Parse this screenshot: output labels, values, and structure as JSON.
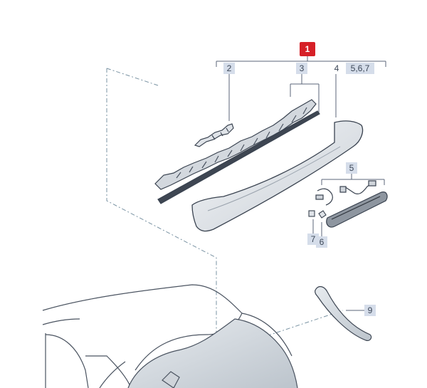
{
  "callouts": {
    "main": "1",
    "n2": "2",
    "n3": "3",
    "n4": "4",
    "n567": "5,6,7",
    "n5": "5",
    "n6": "6",
    "n7": "7",
    "n9": "9"
  },
  "colors": {
    "main_badge": "#d62027",
    "label_shade": "#d5ddea",
    "line": "#5b6678",
    "leader_dashed": "#7a93a3"
  }
}
